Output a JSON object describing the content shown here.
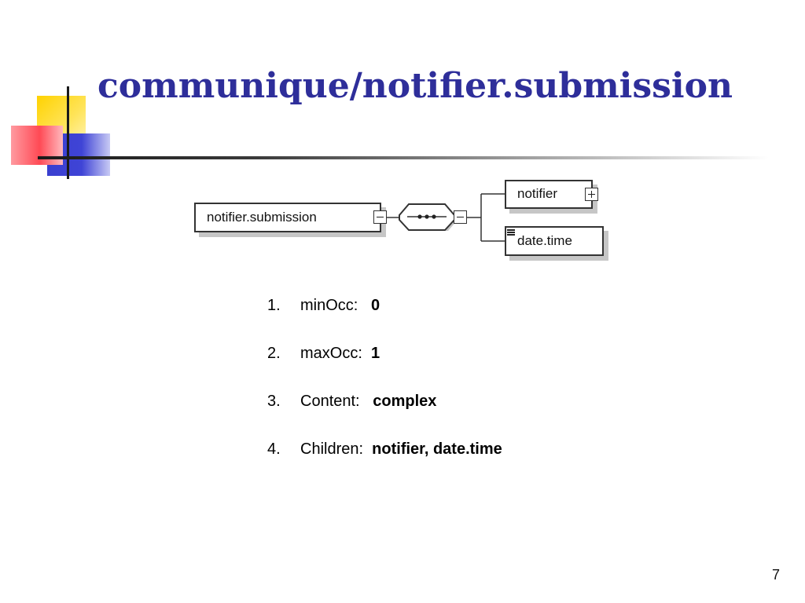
{
  "slide": {
    "title": "communique/notifier.submission",
    "page_number": "7"
  },
  "diagram": {
    "root_element": "notifier.submission",
    "children": [
      {
        "name": "notifier",
        "expandable": true
      },
      {
        "name": "date.time",
        "expandable": false
      }
    ]
  },
  "properties": [
    {
      "number": "1.",
      "label": "minOcc:",
      "value": "0"
    },
    {
      "number": "2.",
      "label": "maxOcc:",
      "value": "1"
    },
    {
      "number": "3.",
      "label": "Content:",
      "value": "complex"
    },
    {
      "number": "4.",
      "label": "Children:",
      "value": "notifier, date.time"
    }
  ],
  "colors": {
    "title": "#2e2e9a",
    "logo_yellow": "#ffd200",
    "logo_red": "#ff4a55",
    "logo_blue": "#3f44d6"
  }
}
